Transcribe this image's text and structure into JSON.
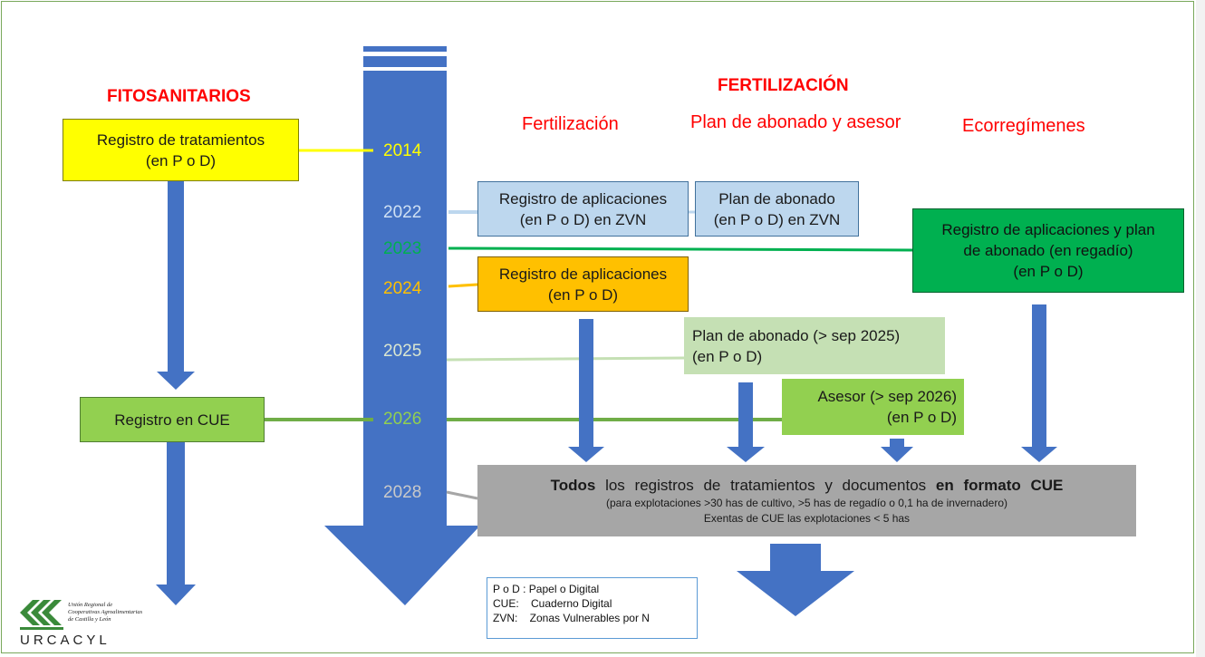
{
  "headings": {
    "fitosanitarios": "FITOSANITARIOS",
    "fertilizacion": "FERTILIZACIÓN",
    "col_fertilizacion": "Fertilización",
    "col_plan": "Plan de abonado y asesor",
    "col_ecoreg": "Ecorregímenes"
  },
  "years": {
    "y2014": "2014",
    "y2022": "2022",
    "y2023": "2023",
    "y2024": "2024",
    "y2025": "2025",
    "y2026": "2026",
    "y2028": "2028"
  },
  "boxes": {
    "registro_tratamientos": {
      "line1": "Registro de tratamientos",
      "line2": "(en P o D)"
    },
    "registro_cue": {
      "line1": "Registro en CUE"
    },
    "registro_aplicaciones_zvn": {
      "line1": "Registro de aplicaciones",
      "line2": "(en P o D) en ZVN"
    },
    "plan_abonado_zvn": {
      "line1": "Plan de abonado",
      "line2": "(en P o D) en ZVN"
    },
    "registro_aplicaciones_plan": {
      "line1": "Registro de aplicaciones y plan",
      "line2": "de abonado (en regadío)",
      "line3": "(en P o D)"
    },
    "registro_aplicaciones_2024": {
      "line1": "Registro de aplicaciones",
      "line2": "(en P o D)"
    },
    "plan_abonado_2025": {
      "line1": "Plan de abonado (> sep 2025)",
      "line2": "(en P o D)"
    },
    "asesor_2026": {
      "line1": "Asesor (> sep 2026)",
      "line2": "(en P o D)"
    },
    "todos": {
      "bold1": "Todos",
      "text1": "los registros de tratamientos y documentos",
      "bold2": "en formato CUE",
      "line2": "(para explotaciones >30 has de cultivo, >5 has de regadío o 0,1 ha de invernadero)",
      "line3": "Exentas de CUE las explotaciones < 5 has"
    }
  },
  "legend": {
    "row1": "P o D : Papel o Digital",
    "row2": "CUE:    Cuaderno Digital",
    "row3": "ZVN:    Zonas Vulnerables por N"
  },
  "logo": {
    "subtitle": "Unión Regional de\nCooperativas Agroalimentarias\nde Castilla y León",
    "brand": "URCACYL"
  },
  "colors": {
    "arrow_blue": "#4472c4",
    "yellow_box": "#ffff00",
    "green_box": "#92d050",
    "light_blue_box": "#bdd7ee",
    "dark_green_box": "#00b050",
    "orange_box": "#ffc000",
    "pale_green_box": "#c5e0b4",
    "gray_box": "#a6a6a6",
    "heading_red": "#ff0000"
  }
}
